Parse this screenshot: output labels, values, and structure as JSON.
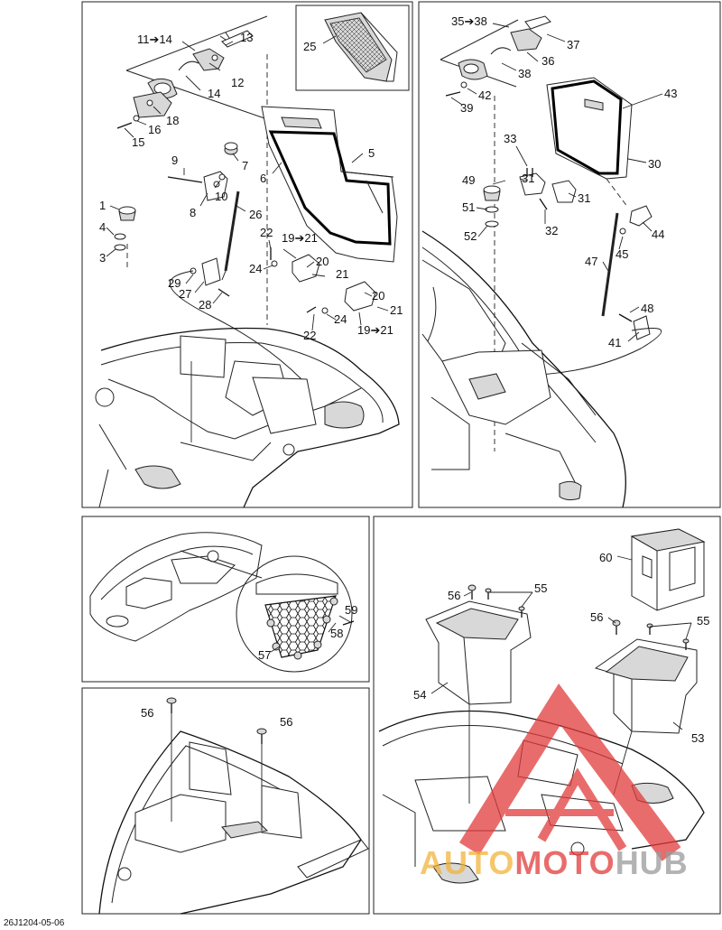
{
  "diagram": {
    "document_id": "26J1204-05-06",
    "watermark": {
      "part1": "AUTO",
      "part2": "MOTO",
      "part3": "HUB"
    },
    "callouts": {
      "p1": [
        {
          "id": "c1",
          "text": "11➔14"
        },
        {
          "id": "c2",
          "text": "13"
        },
        {
          "id": "c3",
          "text": "12"
        },
        {
          "id": "c4",
          "text": "14"
        },
        {
          "id": "c5",
          "text": "18"
        },
        {
          "id": "c6",
          "text": "16"
        },
        {
          "id": "c7",
          "text": "15"
        },
        {
          "id": "c8",
          "text": "25"
        },
        {
          "id": "c9",
          "text": "5"
        },
        {
          "id": "c10",
          "text": "6"
        },
        {
          "id": "c11",
          "text": "7"
        },
        {
          "id": "c12",
          "text": "9"
        },
        {
          "id": "c13",
          "text": "10"
        },
        {
          "id": "c14",
          "text": "8"
        },
        {
          "id": "c15",
          "text": "26"
        },
        {
          "id": "c16",
          "text": "1"
        },
        {
          "id": "c17",
          "text": "4"
        },
        {
          "id": "c18",
          "text": "3"
        },
        {
          "id": "c19",
          "text": "22"
        },
        {
          "id": "c20",
          "text": "19➔21"
        },
        {
          "id": "c21",
          "text": "24"
        },
        {
          "id": "c22",
          "text": "20"
        },
        {
          "id": "c23",
          "text": "21"
        },
        {
          "id": "c24",
          "text": "29"
        },
        {
          "id": "c25",
          "text": "27"
        },
        {
          "id": "c26",
          "text": "28"
        },
        {
          "id": "c27",
          "text": "20"
        },
        {
          "id": "c28",
          "text": "21"
        },
        {
          "id": "c29",
          "text": "24"
        },
        {
          "id": "c30",
          "text": "22"
        },
        {
          "id": "c31",
          "text": "19➔21"
        }
      ],
      "p2": [
        {
          "id": "d1",
          "text": "35➔38"
        },
        {
          "id": "d2",
          "text": "37"
        },
        {
          "id": "d3",
          "text": "36"
        },
        {
          "id": "d4",
          "text": "38"
        },
        {
          "id": "d5",
          "text": "42"
        },
        {
          "id": "d6",
          "text": "39"
        },
        {
          "id": "d7",
          "text": "43"
        },
        {
          "id": "d8",
          "text": "30"
        },
        {
          "id": "d9",
          "text": "33"
        },
        {
          "id": "d10",
          "text": "49"
        },
        {
          "id": "d11",
          "text": "31"
        },
        {
          "id": "d12",
          "text": "31"
        },
        {
          "id": "d13",
          "text": "51"
        },
        {
          "id": "d14",
          "text": "32"
        },
        {
          "id": "d15",
          "text": "52"
        },
        {
          "id": "d16",
          "text": "44"
        },
        {
          "id": "d17",
          "text": "45"
        },
        {
          "id": "d18",
          "text": "47"
        },
        {
          "id": "d19",
          "text": "48"
        },
        {
          "id": "d20",
          "text": "41"
        }
      ],
      "p3": [
        {
          "id": "e1",
          "text": "59"
        },
        {
          "id": "e2",
          "text": "58"
        },
        {
          "id": "e3",
          "text": "57"
        }
      ],
      "p4": [
        {
          "id": "f1",
          "text": "56"
        },
        {
          "id": "f2",
          "text": "56"
        }
      ],
      "p5": [
        {
          "id": "g1",
          "text": "60"
        },
        {
          "id": "g2",
          "text": "56"
        },
        {
          "id": "g3",
          "text": "55"
        },
        {
          "id": "g4",
          "text": "54"
        },
        {
          "id": "g5",
          "text": "56"
        },
        {
          "id": "g6",
          "text": "55"
        },
        {
          "id": "g7",
          "text": "53"
        }
      ]
    }
  }
}
